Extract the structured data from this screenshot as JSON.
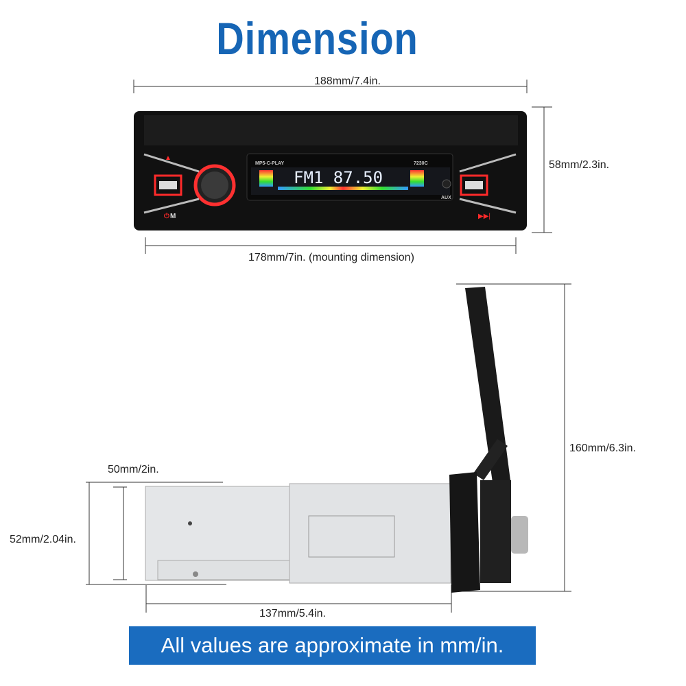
{
  "title": "Dimension",
  "front_view": {
    "width_label": "188mm/7.4in.",
    "height_label": "58mm/2.3in.",
    "mounting_label": "178mm/7in. (mounting dimension)",
    "display": {
      "brand_text": "MP5-C-PLAY",
      "model_text": "7230C",
      "readout": "FM1 87.50",
      "aux_label": "AUX",
      "power_mode_label": "M"
    },
    "accent_color": "#ff2a2a"
  },
  "side_view": {
    "depth_label": "137mm/5.4in.",
    "height_label": "52mm/2.04in.",
    "outer_height_label": "50mm/2in.",
    "total_height_label": "160mm/6.3in."
  },
  "banner": {
    "text": "All values are approximate in mm/in.",
    "color": "#1a6cbf"
  }
}
